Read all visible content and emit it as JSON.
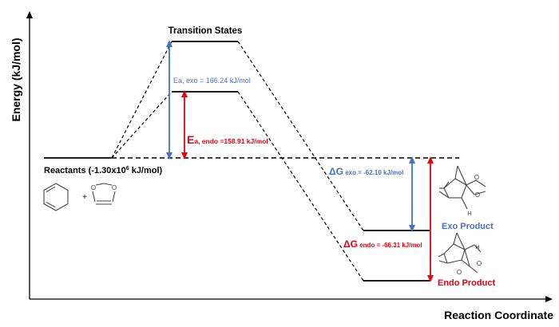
{
  "axes": {
    "y_label": "Energy (kJ/mol)",
    "x_label": "Reaction Coordinate"
  },
  "labels": {
    "transition_states": "Transition States",
    "reactants_prefix": "Reactants (-1.30x10",
    "reactants_exp": "6",
    "reactants_suffix": " kJ/mol)",
    "plus": "+",
    "exo_product": "Exo Product",
    "endo_product": "Endo Product",
    "ea_exo": "Ea, exo = 166.24 kJ/mol",
    "ea_endo_main": "E",
    "ea_endo_sub": "a, endo =158.91 kJ/mol",
    "dg_exo_main": "ΔG",
    "dg_exo_sub": " exo = -62.10 kJ/mol",
    "dg_endo_main": "ΔG",
    "dg_endo_sub": " endo = -66.31 kJ/mol",
    "h_exo": "H",
    "h_endo": "H"
  },
  "colors": {
    "exo": "#4472C4",
    "endo": "#E8000B",
    "line": "#000000"
  }
}
